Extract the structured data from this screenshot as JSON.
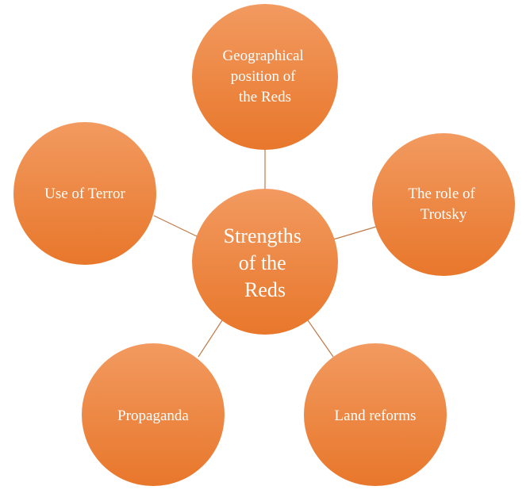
{
  "diagram": {
    "center": {
      "lines": [
        "Strengths",
        "of the",
        "Reds"
      ]
    },
    "nodes": [
      {
        "id": "geography",
        "lines": [
          "Geographical",
          "position of",
          "the Reds"
        ]
      },
      {
        "id": "trotsky",
        "lines": [
          "The role of",
          "Trotsky"
        ]
      },
      {
        "id": "land",
        "lines": [
          "Land reforms"
        ]
      },
      {
        "id": "propaganda",
        "lines": [
          "Propaganda"
        ]
      },
      {
        "id": "terror",
        "lines": [
          "Use of Terror"
        ]
      }
    ],
    "colors": {
      "node_fill_top": "#f29a60",
      "node_fill_bottom": "#e8772b",
      "connector": "#c07a4a",
      "text": "#ffffff"
    }
  }
}
